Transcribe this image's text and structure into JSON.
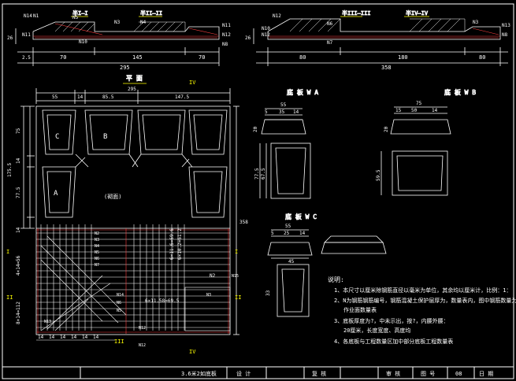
{
  "sections": {
    "s1": "半I—I",
    "s2": "半II—II",
    "s3": "半III—III",
    "s4": "半IV—IV",
    "plan": "平  面"
  },
  "left_elev_dims": {
    "h": "26",
    "b1": "70",
    "b2": "145",
    "b3": "70",
    "total": "295",
    "e1": "2.5"
  },
  "right_elev_dims": {
    "h": "26",
    "b1": "80",
    "b2": "180",
    "b3": "80",
    "total": "358"
  },
  "plan_dims": {
    "top": [
      "55",
      "14",
      "85.5",
      "147.5"
    ],
    "top2": "295",
    "left": [
      "75",
      "14",
      "175.5",
      "77.5",
      "14"
    ],
    "bottom": [
      "14",
      "14",
      "14",
      "14",
      "14",
      "14"
    ],
    "right": "358",
    "left_bottom": [
      "4×14=56",
      "8×14=112",
      "14"
    ]
  },
  "plan_labels": {
    "c": "C",
    "b": "B",
    "a": "A",
    "center": "(砌面)",
    "roman_I": "I",
    "roman_II": "II",
    "roman_III": "III",
    "roman_IV": "IV"
  },
  "rebar": {
    "n1": "N1",
    "n2": "N2",
    "n3": "N3",
    "n4": "N4",
    "n5": "N5",
    "n6": "N6",
    "n7": "N7",
    "n8": "N8",
    "n9": "N9",
    "n10": "N10",
    "n11": "N11",
    "n12": "N12",
    "n13": "N13",
    "n14": "N14",
    "n15": "N15",
    "spacing1": "6×11.58=69.5",
    "spacing2": "6×11.6=69.6",
    "spacing3": "6×10.2=61.2"
  },
  "details": {
    "wa_title": "底  板  W A",
    "wb_title": "底  板  W B",
    "wc_title": "底  板  W C",
    "wa_dims": [
      "55",
      "5",
      "35",
      "14",
      "20",
      "77.5",
      "67.5"
    ],
    "wb_dims": [
      "75",
      "15",
      "50",
      "14",
      "20",
      "59.5"
    ],
    "wc_dims": [
      "55",
      "5",
      "25",
      "14",
      "45",
      "33"
    ]
  },
  "notes": {
    "title": "说明:",
    "n1": "1、本尺寸以厘米除钢筋直径以毫米为单位，其余均以厘米计，比例：1：",
    "n2": "2、N为钢筋钢筋编号，钢筋混凝土保护层厚为，数量表内，图中钢筋数量为",
    "n2b": "作业面数量表",
    "n3": "3、底板厚度为?，中未示出，按?，内腰外腰：",
    "n3b": "20厘米，长度宽度、高度均",
    "n4": "4、各底板与工程数量区加中部分底板工程数量表"
  },
  "title_block": {
    "drawing_name": "3.6米2如底板",
    "design": "设  计",
    "check": "复  核",
    "review": "审  核",
    "drawing_no_label": "图  号",
    "drawing_no": "08",
    "date_label": "日  期"
  }
}
